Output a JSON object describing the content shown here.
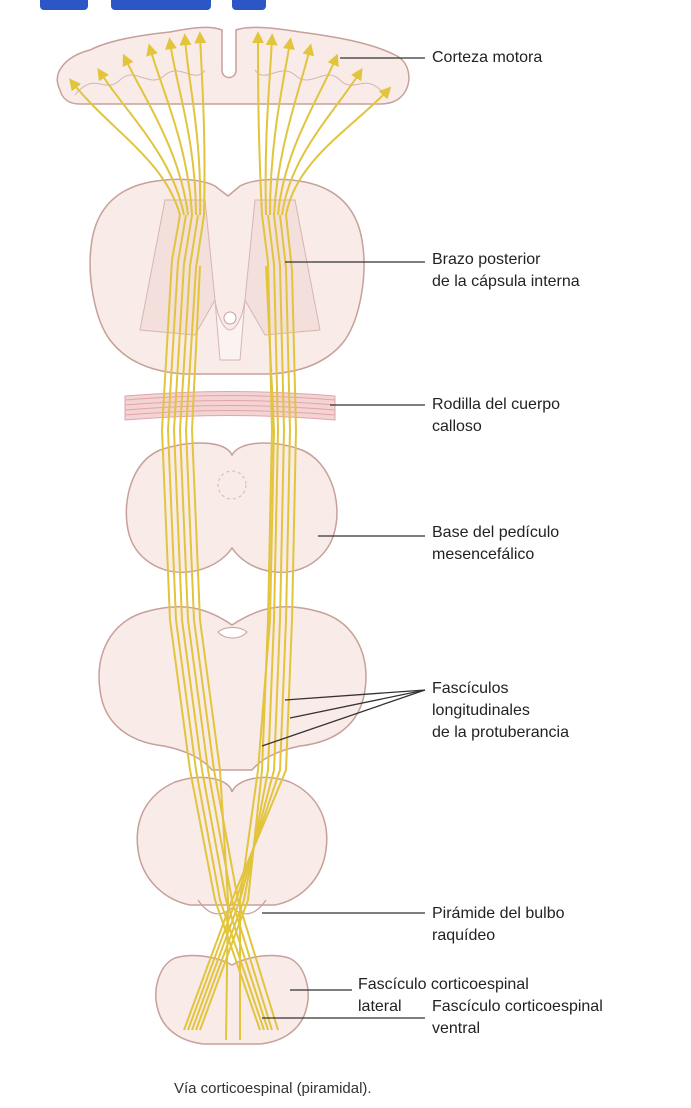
{
  "labels": {
    "motor_cortex": "Corteza motora",
    "internal_capsule": [
      "Brazo posterior",
      "de la cápsula interna"
    ],
    "corpus_callosum": [
      "Rodilla del cuerpo",
      "calloso"
    ],
    "midbrain": [
      "Base del pedículo",
      "mesencefálico"
    ],
    "pons": [
      "Fascículos",
      "longitudinales",
      "de la protuberancia"
    ],
    "medulla": [
      "Pirámide del bulbo",
      "raquídeo"
    ],
    "lateral_tract": [
      "Fascículo corticoespinal",
      "lateral"
    ],
    "ventral_tract": [
      "Fascículo corticoespinal",
      "ventral"
    ]
  },
  "caption": "Vía corticoespinal (piramidal).",
  "colors": {
    "tissue_fill": "#f8ebe8",
    "tissue_stroke": "#c7a09a",
    "fiber": "#e2c43d",
    "fiber_dark": "#c9a920",
    "callosum": "#e0a5a8",
    "leader": "#333333",
    "cut_title": "#2a56c6"
  }
}
